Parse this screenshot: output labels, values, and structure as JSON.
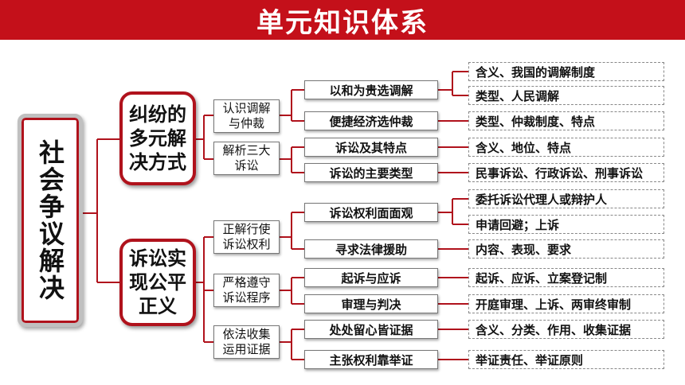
{
  "title": "单元知识体系",
  "root": "社会争议解决",
  "branches": [
    {
      "label": "纠纷的多元解决方式",
      "groups": [
        {
          "label": "认识调解与仲裁",
          "topics": [
            {
              "label": "以和为贵选调解",
              "details": [
                "含义、我国的调解制度",
                "类型、人民调解"
              ]
            },
            {
              "label": "便捷经济选仲裁",
              "details": [
                "类型、仲裁制度、特点"
              ]
            }
          ]
        },
        {
          "label": "解析三大诉讼",
          "topics": [
            {
              "label": "诉讼及其特点",
              "details": [
                "含义、地位、特点"
              ]
            },
            {
              "label": "诉讼的主要类型",
              "details": [
                "民事诉讼、行政诉讼、刑事诉讼"
              ]
            }
          ]
        }
      ]
    },
    {
      "label": "诉讼实现公平正义",
      "groups": [
        {
          "label": "正解行使诉讼权利",
          "topics": [
            {
              "label": "诉讼权利面面观",
              "details": [
                "委托诉讼代理人或辩护人",
                "申请回避；上诉"
              ]
            },
            {
              "label": "寻求法律援助",
              "details": [
                "内容、表现、要求"
              ]
            }
          ]
        },
        {
          "label": "严格遵守诉讼程序",
          "topics": [
            {
              "label": "起诉与应诉",
              "details": [
                "起诉、应诉、立案登记制"
              ]
            },
            {
              "label": "审理与判决",
              "details": [
                "开庭审理、上诉、两审终审制"
              ]
            }
          ]
        },
        {
          "label": "依法收集运用证据",
          "topics": [
            {
              "label": "处处留心皆证据",
              "details": [
                "含义、分类、作用、收集证据"
              ]
            },
            {
              "label": "主张权利靠举证",
              "details": [
                "举证责任、举证原则"
              ]
            }
          ]
        }
      ]
    }
  ]
}
